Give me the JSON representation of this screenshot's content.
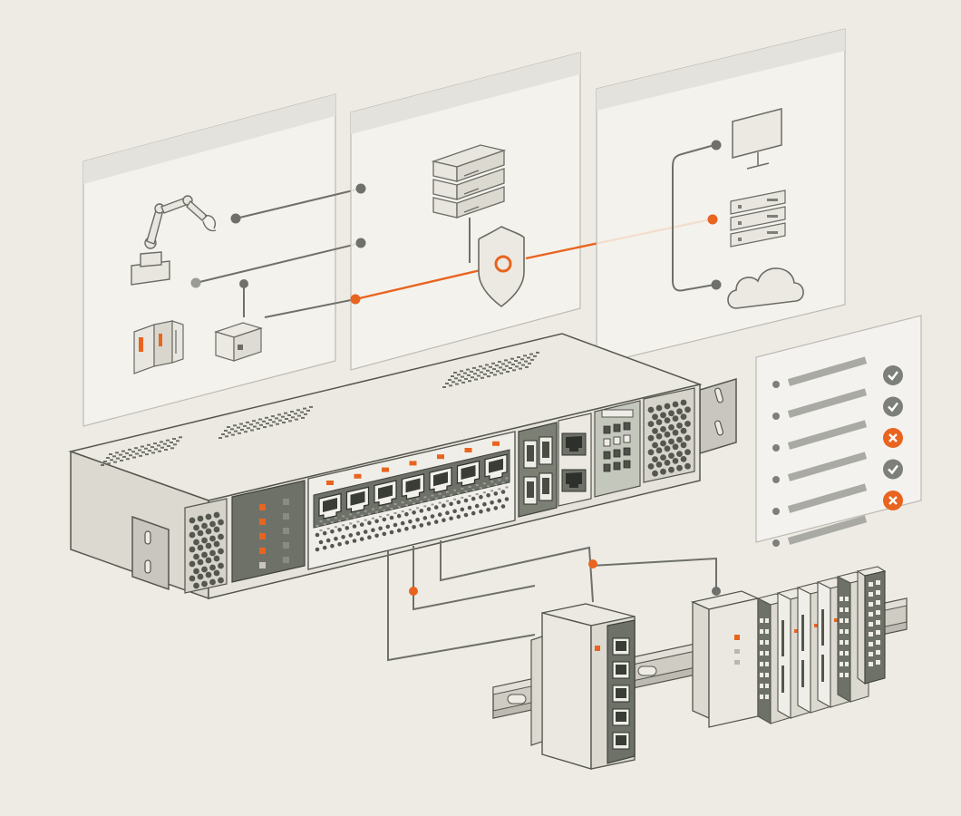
{
  "colors": {
    "background": "#eeebe5",
    "accent": "#e8641f",
    "device_body": "#ece9e2",
    "device_dark": "#6e7168",
    "device_outline": "#55574f",
    "panel_fill": "#f5f4f0",
    "line_gray": "#6f706b",
    "check_ok": "#7d7f79",
    "check_fail": "#e8641f"
  },
  "panels": [
    {
      "id": "field-devices",
      "icons": [
        "robot-arm-icon",
        "io-module-icon",
        "sensor-box-icon"
      ]
    },
    {
      "id": "security",
      "icons": [
        "server-stack-icon",
        "shield-icon"
      ]
    },
    {
      "id": "destinations",
      "icons": [
        "monitor-icon",
        "network-switch-stack-icon",
        "cloud-icon"
      ]
    }
  ],
  "status_list": [
    {
      "state": "ok"
    },
    {
      "state": "ok"
    },
    {
      "state": "fail"
    },
    {
      "state": "ok"
    },
    {
      "state": "fail"
    },
    {
      "state": "none"
    }
  ],
  "switch": {
    "rj45_ports": 7,
    "sfp_ports": 2,
    "uplink_ports": 2,
    "status_leds": 5
  },
  "din_rail_devices": [
    {
      "id": "unmanaged-switch",
      "ports": 5
    },
    {
      "id": "plc-io-stack",
      "modules": 6
    }
  ]
}
